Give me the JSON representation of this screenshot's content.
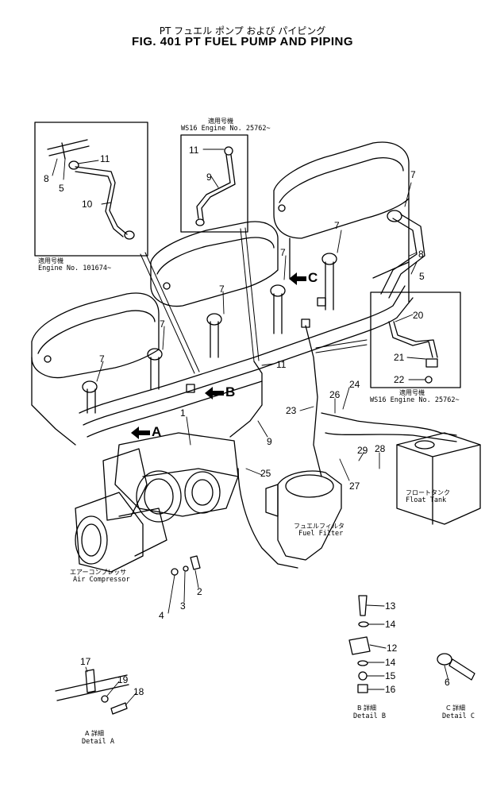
{
  "title": {
    "japanese": "PT フュエル ポンプ および パイピング",
    "english": "FIG. 401 PT FUEL PUMP AND PIPING"
  },
  "inset_top_left": {
    "note_jp": "適用号機",
    "note_en": "Engine No. 101674~",
    "callouts": [
      "8",
      "5",
      "11",
      "10"
    ]
  },
  "inset_top_center": {
    "note_jp": "適用号機",
    "note_en": "WS16 Engine No. 25762~",
    "callouts": [
      "11",
      "9"
    ]
  },
  "inset_right": {
    "note_jp": "適用号機",
    "note_en": "WS16 Engine No. 25762~",
    "callouts": [
      "20",
      "21",
      "22"
    ]
  },
  "arrows": {
    "b": "B",
    "c": "C",
    "a": "A"
  },
  "main_callouts": {
    "c1": "1",
    "c2": "2",
    "c3": "3",
    "c4": "4",
    "c5": "5",
    "c7a": "7",
    "c7b": "7",
    "c7c": "7",
    "c7d": "7",
    "c7e": "7",
    "c7f": "7",
    "c8": "8",
    "c9": "9",
    "c11": "11",
    "c23": "23",
    "c24": "24",
    "c25": "25",
    "c26": "26",
    "c27": "27",
    "c28": "28",
    "c29": "29"
  },
  "component_labels": {
    "air_compressor_jp": "エアーコンプレッサ",
    "air_compressor_en": "Air Compressor",
    "fuel_filter_jp": "フュエルフィルタ",
    "fuel_filter_en": "Fuel Filter",
    "float_tank_jp": "フロートタンク",
    "float_tank_en": "Float Tank"
  },
  "detail_a": {
    "label_jp": "A 詳細",
    "label_en": "Detail A",
    "callouts": [
      "17",
      "19",
      "18"
    ]
  },
  "detail_b": {
    "label_jp": "B 詳細",
    "label_en": "Detail B",
    "callouts": [
      "13",
      "14",
      "12",
      "14",
      "15",
      "16"
    ]
  },
  "detail_c": {
    "label_jp": "C 詳細",
    "label_en": "Detail C",
    "callouts": [
      "6"
    ]
  }
}
